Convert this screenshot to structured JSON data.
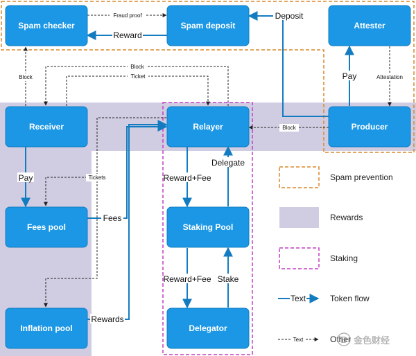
{
  "colors": {
    "node_fill": "#1b97e5",
    "node_stroke": "#137cc0",
    "token_flow": "#137cc0",
    "other_flow": "#222222",
    "rewards_region": "#d0cde3",
    "spam_prevention": "#d9892a",
    "staking": "#c23ec4"
  },
  "nodes": {
    "spam_checker": "Spam checker",
    "spam_deposit": "Spam deposit",
    "attester": "Attester",
    "receiver": "Receiver",
    "relayer": "Relayer",
    "producer": "Producer",
    "fees_pool": "Fees pool",
    "staking_pool": "Staking Pool",
    "inflation_pool": "Inflation pool",
    "delegator": "Delegator"
  },
  "edges": {
    "fraud_proof": "Fraud proof",
    "reward": "Reward",
    "deposit": "Deposit",
    "pay_attester": "Pay",
    "attestation": "Attestation",
    "block_spam_checker": "Block",
    "block_receiver": "Block",
    "ticket": "Ticket",
    "block_relayer": "Block",
    "pay_fees": "Pay",
    "tickets": "Tickets",
    "fees": "Fees",
    "reward_fee_relayer": "Reward+Fee",
    "delegate": "Delegate",
    "reward_fee_staking": "Reward+Fee",
    "stake": "Stake",
    "rewards": "Rewards"
  },
  "legend": {
    "spam_prevention": "Spam prevention",
    "rewards": "Rewards",
    "staking": "Staking",
    "token_flow_sample": "Text",
    "token_flow": "Token flow",
    "other_sample": "Text",
    "other": "Other"
  },
  "watermark": "金色财经"
}
